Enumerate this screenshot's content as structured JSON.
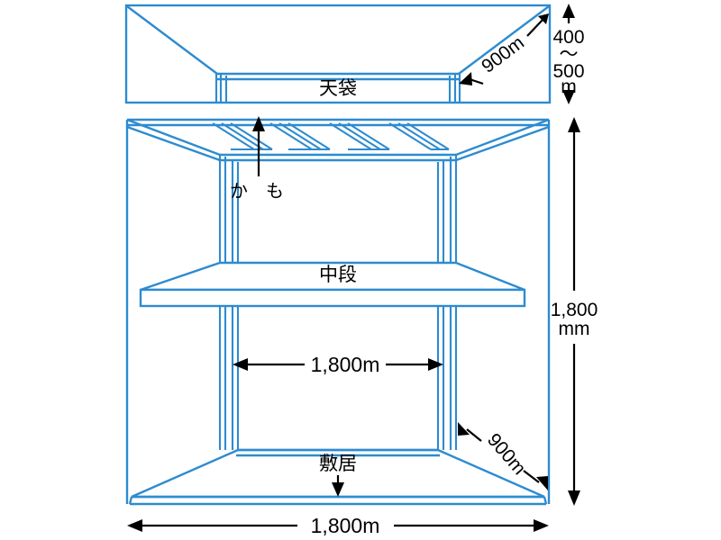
{
  "figure": {
    "title": "Japanese closet (oshiire) elevation diagram",
    "stroke_color": "#2e8bd0",
    "dim_color": "#000000",
    "background": "#ffffff"
  },
  "labels": {
    "tenbukuro": "天袋",
    "chudan": "中段",
    "shikii": "敷居",
    "kamo_1": "か",
    "kamo_2": "も"
  },
  "dimensions": {
    "upper_depth": "900m",
    "lower_depth": "900m",
    "upper_height_top": "400",
    "upper_height_tilde": "〜",
    "upper_height_bottom": "500",
    "upper_height_unit": "m",
    "main_height_value": "1,800",
    "main_height_unit": "mm",
    "inner_width": "1,800m",
    "outer_width": "1,800m"
  }
}
